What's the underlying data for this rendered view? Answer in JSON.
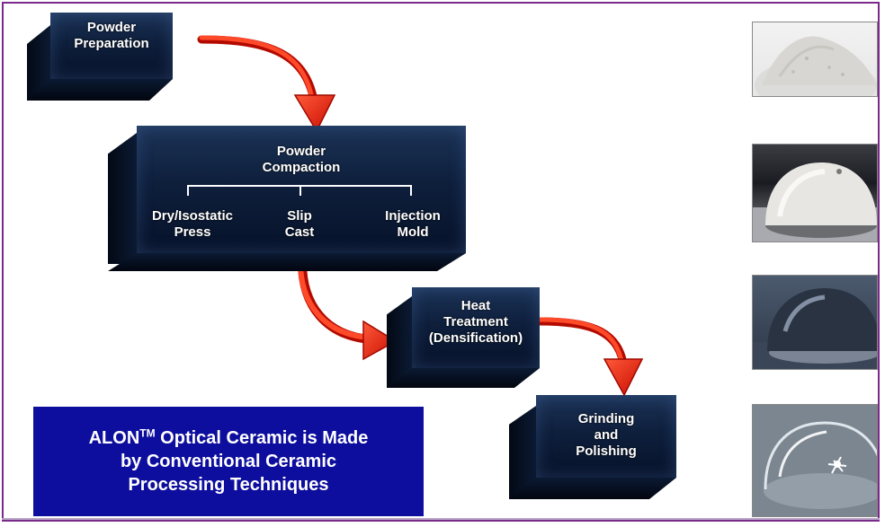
{
  "boxes": {
    "powder_prep": "Powder\nPreparation",
    "compaction": "Powder\nCompaction",
    "dry_press": "Dry/Isostatic\nPress",
    "slip_cast": "Slip\nCast",
    "injection_mold": "Injection\nMold",
    "heat_treatment": "Heat\nTreatment\n(Densification)",
    "grinding": "Grinding\nand\nPolishing"
  },
  "caption": {
    "alon": "ALON",
    "tm": "TM",
    "line1_rest": " Optical Ceramic is Made",
    "line2": "by Conventional Ceramic",
    "line3": "Processing Techniques"
  },
  "photos": [
    {
      "name": "powder-photo",
      "depicts": "white powder pile"
    },
    {
      "name": "white-dome-photo",
      "depicts": "compacted white dome"
    },
    {
      "name": "dark-dome-photo",
      "depicts": "densified dark dome"
    },
    {
      "name": "clear-dome-photo",
      "depicts": "polished transparent dome"
    }
  ],
  "colors": {
    "frame": "#7a2a8a",
    "box": "#0e1f3c",
    "arrow": "#e82010",
    "caption_bg": "#0e0e9e"
  }
}
